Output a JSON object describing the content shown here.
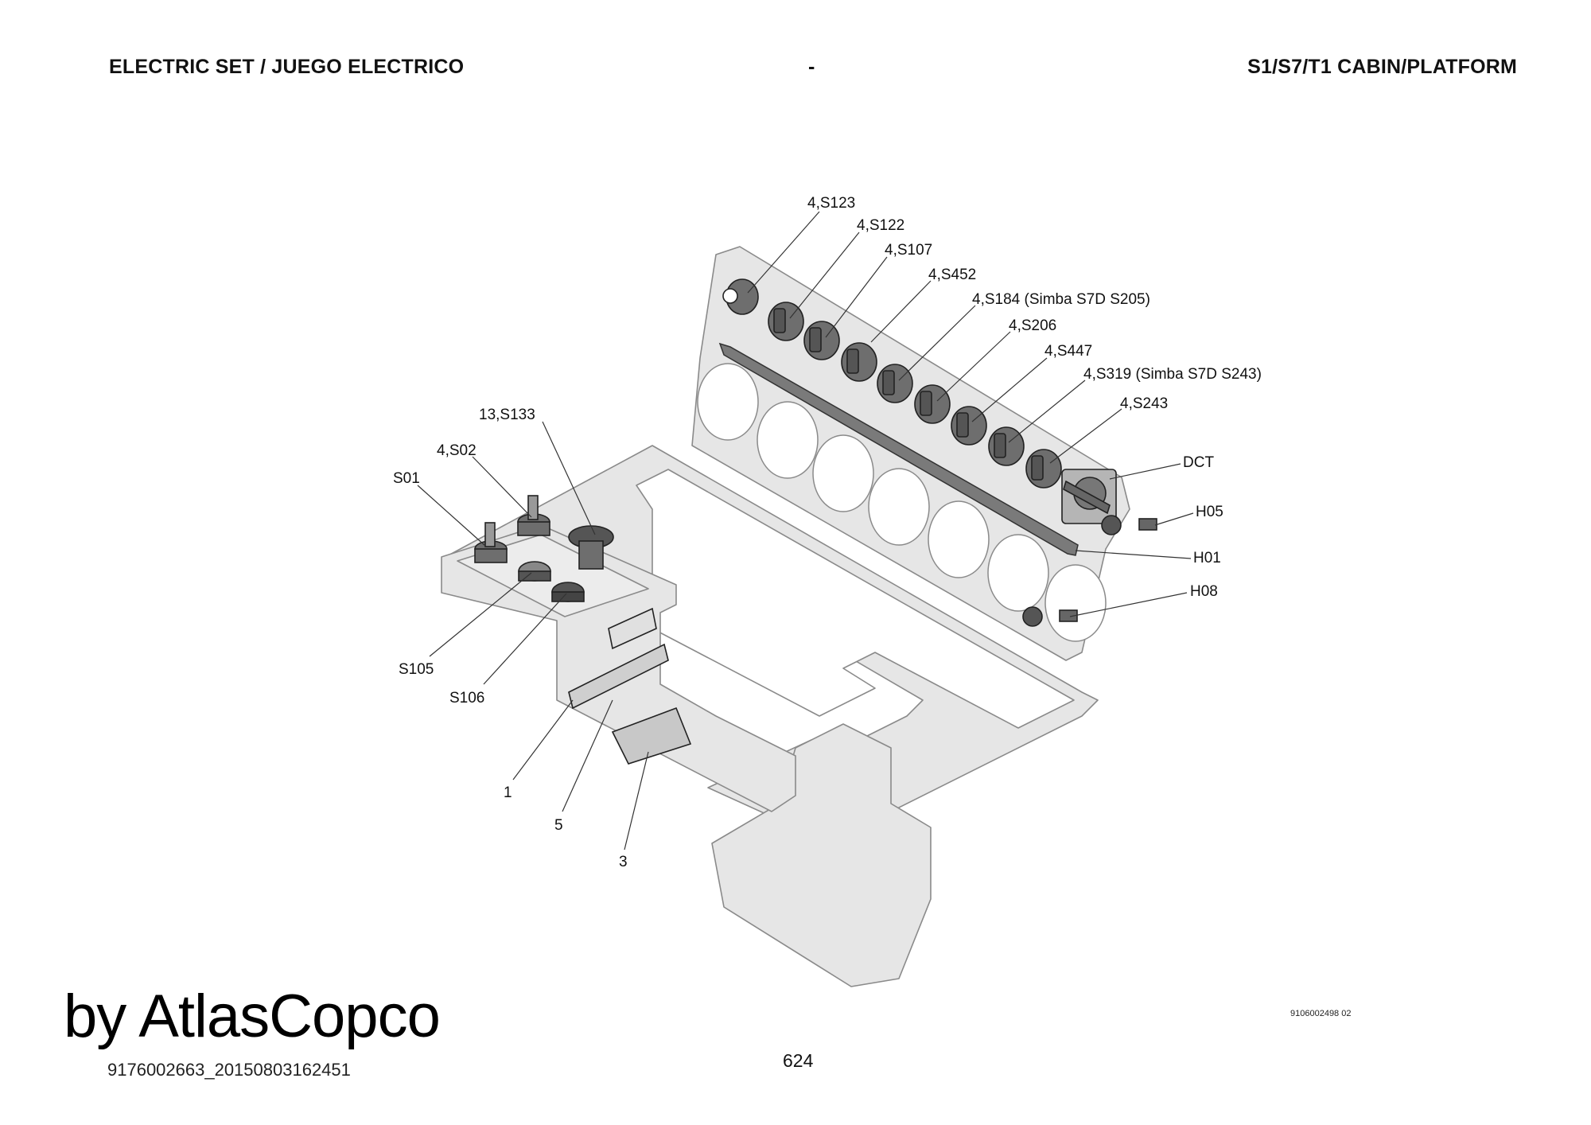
{
  "header": {
    "title_left": "ELECTRIC SET / JUEGO ELECTRICO",
    "title_center": "-",
    "title_right": "S1/S7/T1 CABIN/PLATFORM"
  },
  "callouts": {
    "s123": "4,S123",
    "s122": "4,S122",
    "s107": "4,S107",
    "s452": "4,S452",
    "s184": "4,S184 (Simba S7D S205)",
    "s206": "4,S206",
    "s447": "4,S447",
    "s319": "4,S319 (Simba S7D S243)",
    "s243": "4,S243",
    "dct": "DCT",
    "h05": "H05",
    "h01": "H01",
    "h08": "H08",
    "s133": "13,S133",
    "s02": "4,S02",
    "s01": "S01",
    "s105": "S105",
    "s106": "S106",
    "item1": "1",
    "item5": "5",
    "item3": "3"
  },
  "footer": {
    "doc_number": "9176002663_20150803162451",
    "page_number": "624",
    "drawing_ref": "9106002498 02",
    "watermark": "by AtlasCopco"
  },
  "colors": {
    "part_fill": "#e6e6e6",
    "part_stroke": "#8a8a8a",
    "knob_fill": "#6e6e6e",
    "knob_dark": "#4a4a4a",
    "line": "#333333"
  }
}
